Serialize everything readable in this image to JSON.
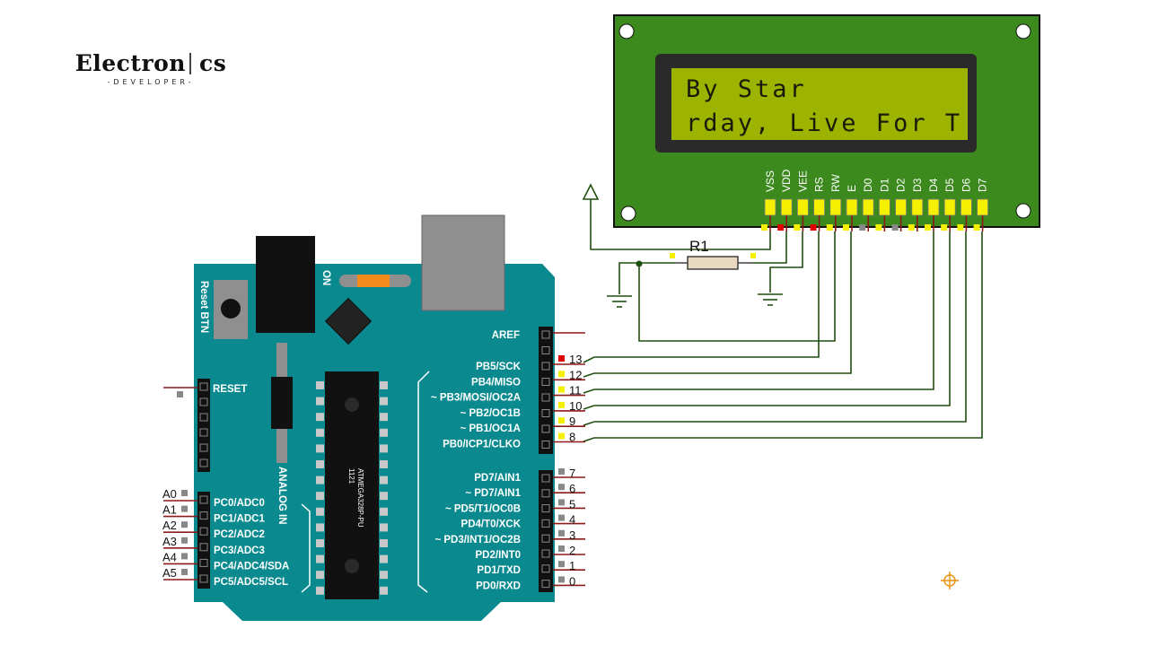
{
  "brand": {
    "name_left": "Electron",
    "name_right": "cs",
    "tagline": "-DEVELOPER-"
  },
  "lcd": {
    "line1": "By Star",
    "line2": "rday, Live For T",
    "pins": [
      "VSS",
      "VDD",
      "VEE",
      "RS",
      "RW",
      "E",
      "D0",
      "D1",
      "D2",
      "D3",
      "D4",
      "D5",
      "D6",
      "D7"
    ],
    "bezel_color": "#3c8a1e",
    "screen_color": "#9cb400"
  },
  "resistor": {
    "label": "R1"
  },
  "board": {
    "color": "#0a8a8f",
    "reset_btn": "Reset BTN",
    "on_label": "ON",
    "analog_in": "ANALOG IN",
    "chip_label": "ATMEGA328P-PU",
    "chip_code": "1121",
    "reset_label": "RESET",
    "aref": "AREF",
    "digital_top": [
      "PB5/SCK",
      "PB4/MISO",
      "~ PB3/MOSI/OC2A",
      "~ PB2/OC1B",
      "~ PB1/OC1A",
      "PB0/ICP1/CLKO"
    ],
    "digital_top_nums": [
      "13",
      "12",
      "11",
      "10",
      "9",
      "8"
    ],
    "digital_bottom": [
      "PD7/AIN1",
      "~ PD7/AIN1",
      "~ PD5/T1/OC0B",
      "PD4/T0/XCK",
      "~ PD3/INT1/OC2B",
      "PD2/INT0",
      "PD1/TXD",
      "PD0/RXD"
    ],
    "digital_bottom_nums": [
      "7",
      "6",
      "5",
      "4",
      "3",
      "2",
      "1",
      "0"
    ],
    "analog": [
      "PC0/ADC0",
      "PC1/ADC1",
      "PC2/ADC2",
      "PC3/ADC3",
      "PC4/ADC4/SDA",
      "PC5/ADC5/SCL"
    ],
    "analog_nums": [
      "A0",
      "A1",
      "A2",
      "A3",
      "A4",
      "A5"
    ]
  },
  "colors": {
    "wire": "#1f4f0f",
    "pin_yellow": "#f5f000",
    "pin_red": "#e00000",
    "pin_gray": "#888888"
  }
}
